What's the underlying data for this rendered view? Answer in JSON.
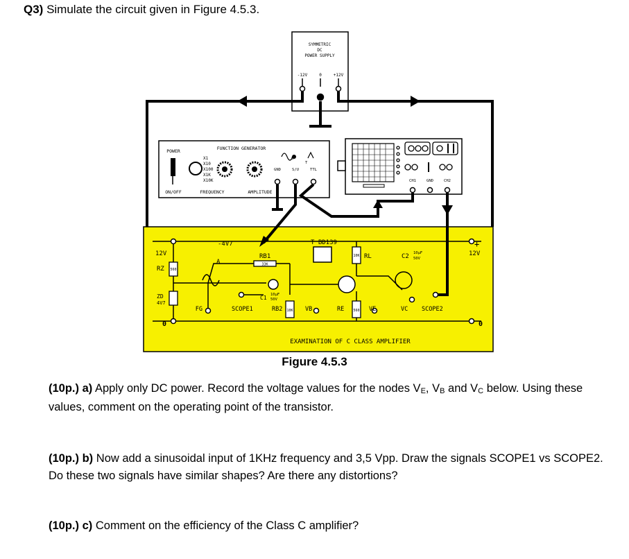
{
  "question": {
    "number": "Q3)",
    "text": " Simulate the circuit given in Figure 4.5.3."
  },
  "figure": {
    "caption": "Figure 4.5.3",
    "supply_title_1": "SYMMETRIC",
    "supply_title_2": "DC",
    "supply_title_3": "POWER SUPPLY",
    "supply_minus": "-12V",
    "supply_zero": "0",
    "supply_plus": "+12V",
    "power_label": "POWER",
    "on_off_label": "ON/OFF",
    "fg_title": "FUNCTION GENERATOR",
    "fg_ranges": [
      "X1",
      "X10",
      "X100",
      "X1K",
      "X10K"
    ],
    "frequency_label": "FREQUENCY",
    "amplitude_label": "AMPLITUDE",
    "gnd_label": "GND",
    "su_label": "S/U",
    "ttl_label": "TTL",
    "s_label": "S",
    "t_label": "T",
    "ch1_label": "CH1",
    "gnd2_label": "GND",
    "ch2_label": "CH2",
    "board_title": "EXAMINATION OF C CLASS AMPLIFIER",
    "v12_left": "12V",
    "v12_right": "12V",
    "plus_sign": "+",
    "rz_label": "RZ",
    "rz_value": "560",
    "zd_label": "ZD",
    "zd_value": "4V7",
    "zero_left": "0",
    "zero_right": "0",
    "minus_4v7": "-4V7",
    "a_label": "A",
    "rb1_label": "RB1",
    "rb1_value": "33K",
    "c1_label": "C1",
    "c1_value_1": "10µF",
    "c1_value_2": "50V",
    "transistor_label": "T BD139",
    "rl_label": "RL",
    "rl_value": "10K",
    "c2_label": "C2",
    "c2_value_1": "10µF",
    "c2_value_2": "50V",
    "rb2_value": "10K",
    "re_value": "560",
    "fg_node": "FG",
    "scope1_node": "SCOPE1",
    "rb2_node": "RB2",
    "vb_node": "VB",
    "re_node": "RE",
    "ve_node": "VE",
    "vc_node": "VC",
    "scope2_node": "SCOPE2"
  },
  "parts": {
    "a": {
      "marks": "(10p.)",
      "letter": " a)",
      "text_1": " Apply only DC power. Record the voltage values for the nodes V",
      "sub_e": "E",
      "text_2": ", V",
      "sub_b": "B",
      "text_3": " and V",
      "sub_c": "C",
      "text_4": " below. Using these values, comment on the operating point of the transistor."
    },
    "b": {
      "marks": "(10p.)",
      "letter": " b)",
      "text": " Now add a sinusoidal input of 1KHz frequency and 3,5 Vpp. Draw the signals SCOPE1 vs SCOPE2. Do these two signals have similar shapes? Are there any distortions?"
    },
    "c": {
      "marks": "(10p.)",
      "letter": " c)",
      "text": " Comment on the efficiency of the Class C amplifier?"
    }
  }
}
